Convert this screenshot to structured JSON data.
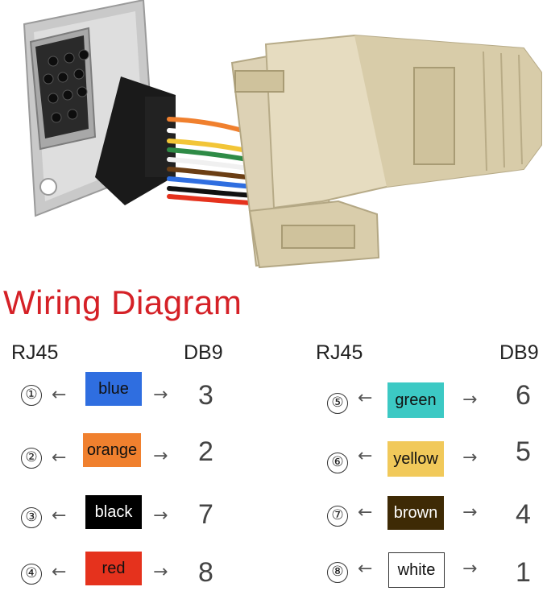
{
  "title": "Wiring Diagram",
  "headers": {
    "left_rj45": "RJ45",
    "left_db9": "DB9",
    "right_rj45": "RJ45",
    "right_db9": "DB9"
  },
  "arrows": {
    "left": "←",
    "right": "→"
  },
  "left_rows": [
    {
      "pin": "①",
      "wire": "blue",
      "color": "#2f6ee0",
      "text_color": "#111111",
      "db9": "3"
    },
    {
      "pin": "②",
      "wire": "orange",
      "color": "#f0802e",
      "text_color": "#111111",
      "db9": "2"
    },
    {
      "pin": "③",
      "wire": "black",
      "color": "#000000",
      "text_color": "#ffffff",
      "db9": "7"
    },
    {
      "pin": "④",
      "wire": "red",
      "color": "#e5321d",
      "text_color": "#111111",
      "db9": "8"
    }
  ],
  "right_rows": [
    {
      "pin": "⑤",
      "wire": "green",
      "color": "#3cc9c4",
      "text_color": "#111111",
      "db9": "6"
    },
    {
      "pin": "⑥",
      "wire": "yellow",
      "color": "#f1c95a",
      "text_color": "#111111",
      "db9": "5"
    },
    {
      "pin": "⑦",
      "wire": "brown",
      "color": "#3e2a05",
      "text_color": "#ffffff",
      "db9": "4"
    },
    {
      "pin": "⑧",
      "wire": "white",
      "color": "#ffffff",
      "text_color": "#111111",
      "db9": "1"
    }
  ]
}
